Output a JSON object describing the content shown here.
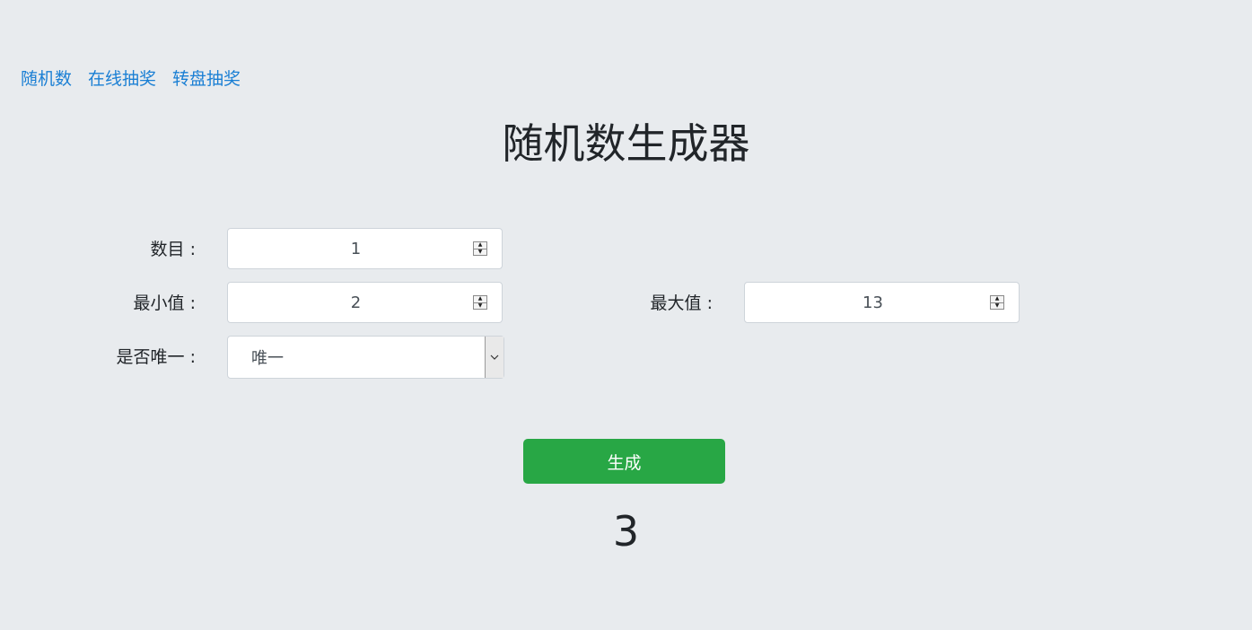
{
  "nav": {
    "items": [
      {
        "label": "随机数"
      },
      {
        "label": "在线抽奖"
      },
      {
        "label": "转盘抽奖"
      }
    ]
  },
  "page_title": "随机数生成器",
  "form": {
    "count": {
      "label": "数目 :",
      "value": "1"
    },
    "min": {
      "label": "最小值 :",
      "value": "2"
    },
    "max": {
      "label": "最大值 :",
      "value": "13"
    },
    "unique": {
      "label": "是否唯一 :",
      "selected": "唯一"
    }
  },
  "generate_button": {
    "label": "生成"
  },
  "result": {
    "value": "3"
  },
  "colors": {
    "background": "#e8ebee",
    "link": "#1a7fd4",
    "button": "#28a745"
  },
  "icons": {
    "spinner": "spinner-arrows-icon",
    "dropdown": "chevron-down-icon"
  }
}
